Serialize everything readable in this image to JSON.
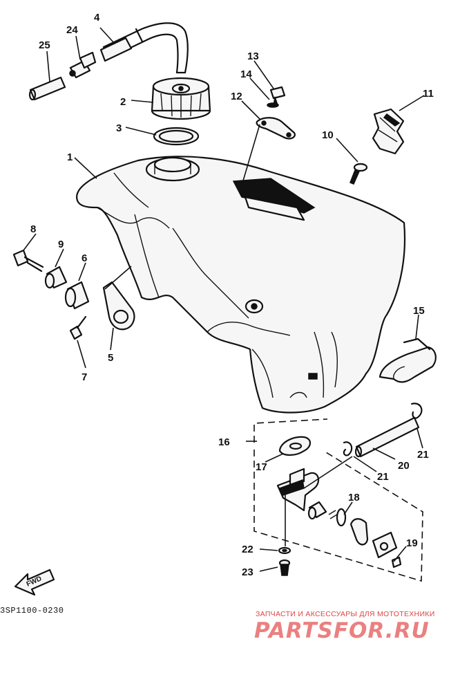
{
  "diagram": {
    "code": "3SP1100-0230",
    "direction_label": "FWD",
    "callouts": {
      "p1": "1",
      "p2": "2",
      "p3": "3",
      "p4": "4",
      "p5": "5",
      "p6": "6",
      "p7": "7",
      "p8": "8",
      "p9": "9",
      "p10": "10",
      "p11": "11",
      "p12": "12",
      "p13": "13",
      "p14": "14",
      "p15": "15",
      "p16": "16",
      "p17": "17",
      "p18": "18",
      "p19": "19",
      "p20": "20",
      "p21a": "21",
      "p21b": "21",
      "p22": "22",
      "p23": "23",
      "p24": "24",
      "p25": "25"
    }
  },
  "watermark": {
    "tagline": "ЗАПЧАСТИ И АКСЕССУАРЫ ДЛЯ МОТОТЕХНИКИ",
    "brand": "PARTSFOR.RU"
  }
}
